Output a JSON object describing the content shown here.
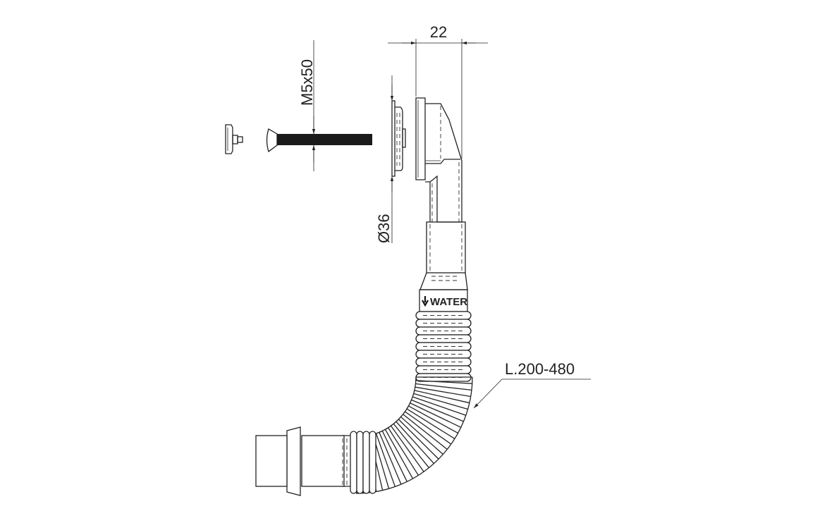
{
  "labels": {
    "screw_size": "M5x50",
    "diameter": "Ø36",
    "width": "22",
    "water": "WATER",
    "length": "L.200-480"
  },
  "colors": {
    "line": "#222222",
    "background": "#ffffff"
  }
}
